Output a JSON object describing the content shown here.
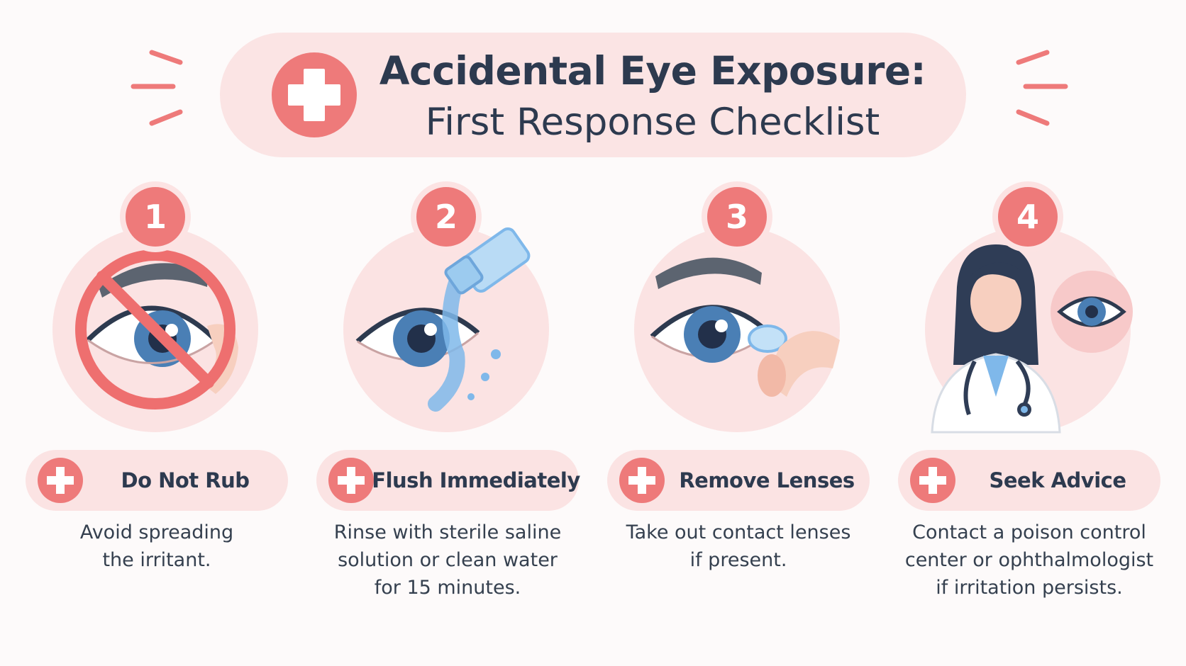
{
  "header": {
    "title_line1": "Accidental Eye Exposure:",
    "title_line2": "First Response Checklist",
    "icon": "medical-cross-icon"
  },
  "colors": {
    "accent": "#ee7a7a",
    "pill_bg": "#fbe3e3",
    "text": "#2d3a4f",
    "iris": "#4a7fb5",
    "water": "#7fb8ea"
  },
  "steps": [
    {
      "number": "1",
      "label": "Do Not Rub",
      "description_lines": [
        "Avoid spreading",
        "the irritant."
      ],
      "icon": "no-rubbing-eye-icon"
    },
    {
      "number": "2",
      "label": "Flush Immediately",
      "description_lines": [
        "Rinse with sterile saline",
        "solution or clean water",
        "for 15 minutes."
      ],
      "icon": "eye-rinse-bottle-icon"
    },
    {
      "number": "3",
      "label": "Remove Lenses",
      "description_lines": [
        "Take out contact lenses",
        "if present."
      ],
      "icon": "contact-lens-removal-icon"
    },
    {
      "number": "4",
      "label": "Seek Advice",
      "description_lines": [
        "Contact a poison control",
        "center or ophthalmologist",
        "if irritation persists."
      ],
      "icon": "doctor-icon"
    }
  ]
}
